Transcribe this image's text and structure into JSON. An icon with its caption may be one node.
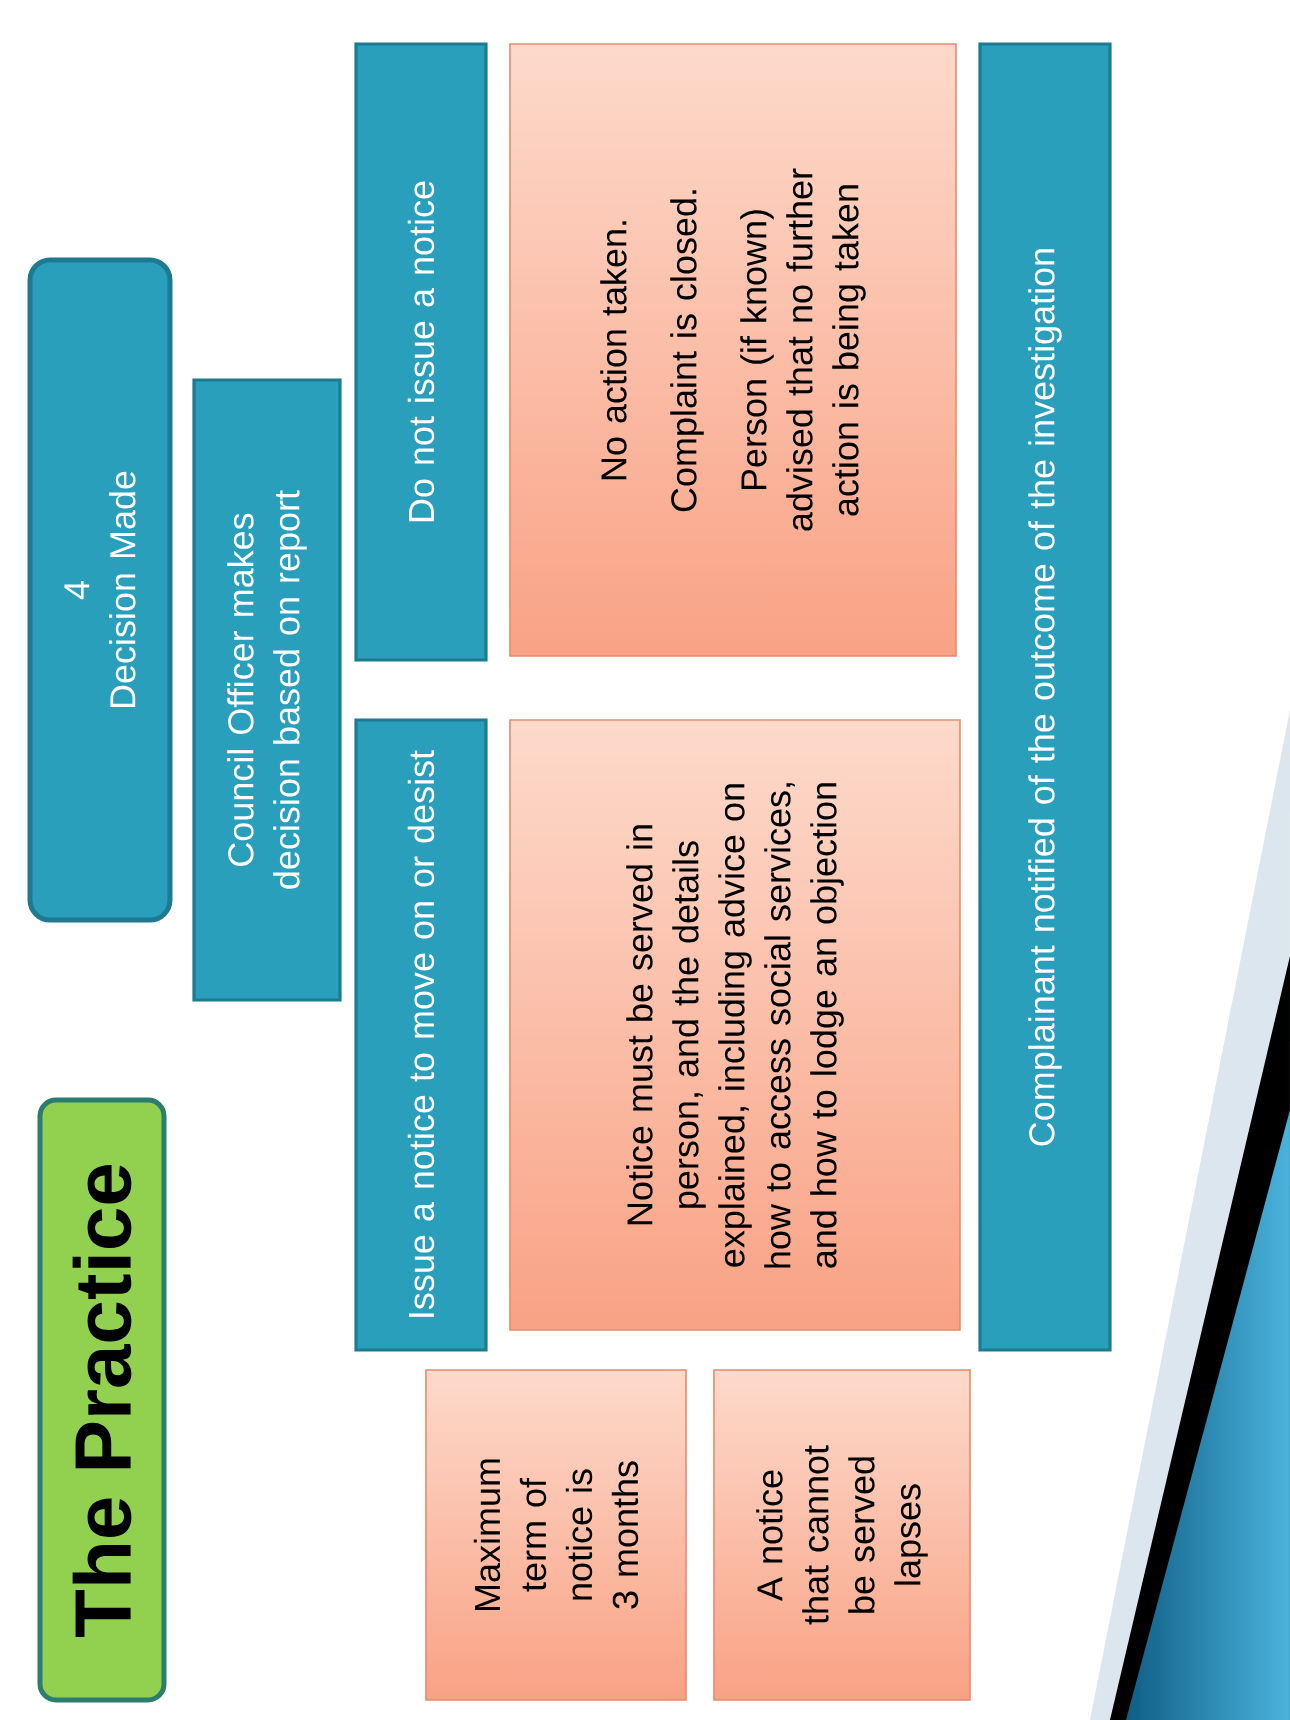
{
  "diagram": {
    "title": "The Practice",
    "nodes": [
      {
        "text": [
          "4",
          "Decision Made"
        ]
      },
      {
        "text": [
          "Council Officer makes decision based on report"
        ]
      },
      {
        "text": [
          "Issue a notice to move on or desist"
        ]
      },
      {
        "text": [
          "Do not issue a notice"
        ]
      },
      {
        "text": [
          "Maximum term of notice is 3 months"
        ]
      },
      {
        "text": [
          "Notice must be served in person, and the details explained, including advice on how to access social services, and how to lodge an objection"
        ]
      },
      {
        "text": [
          "No action taken.",
          "Complaint is closed.",
          "Person (if known) advised that no further action is being taken"
        ]
      },
      {
        "text": [
          "A notice that cannot be served lapses"
        ]
      },
      {
        "text": [
          "Complainant notified of the outcome of the investigation"
        ]
      }
    ]
  }
}
